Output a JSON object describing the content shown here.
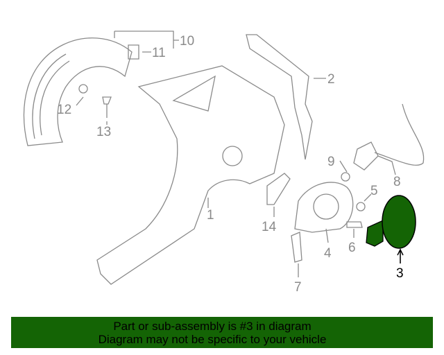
{
  "diagram": {
    "callouts": [
      "1",
      "2",
      "3",
      "4",
      "5",
      "6",
      "7",
      "8",
      "9",
      "10",
      "11",
      "12",
      "13",
      "14"
    ],
    "highlighted_part": "3",
    "highlight_color": "#146405"
  },
  "banner": {
    "line1": "Part or sub-assembly is #3 in diagram",
    "line2": "Diagram may not be specific to your vehicle",
    "background": "#146405"
  }
}
